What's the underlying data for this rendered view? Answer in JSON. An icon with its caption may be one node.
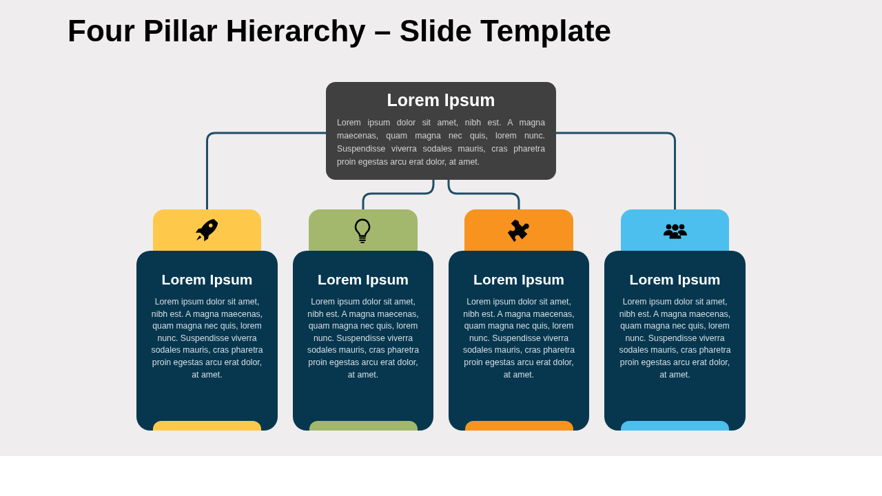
{
  "diagram": {
    "title": "Four Pillar Hierarchy – Slide Template",
    "nodes": [
      {
        "text": [
          "Lorem Ipsum",
          "Lorem ipsum dolor sit amet, nibh est. A magna maecenas, quam magna nec quis, lorem nunc. Suspendisse viverra sodales mauris, cras pharetra proin egestas arcu erat dolor, at amet."
        ]
      },
      {
        "text": [],
        "shape": "box"
      },
      {
        "text": [
          "Lorem Ipsum",
          "Lorem ipsum dolor sit amet, nibh est. A magna maecenas, quam magna nec quis, lorem nunc. Suspendisse viverra sodales mauris, cras pharetra proin egestas arcu erat dolor, at amet."
        ]
      },
      {
        "text": [],
        "shape": "box"
      },
      {
        "text": [
          "Lorem Ipsum",
          "Lorem ipsum dolor sit amet, nibh est. A magna maecenas, quam magna nec quis, lorem nunc. Suspendisse viverra sodales mauris, cras pharetra proin egestas arcu erat dolor, at amet."
        ]
      },
      {
        "text": [],
        "shape": "box"
      },
      {
        "text": [
          "Lorem Ipsum",
          "Lorem ipsum dolor sit amet, nibh est. A magna maecenas, quam magna nec quis, lorem nunc. Suspendisse viverra sodales mauris, cras pharetra proin egestas arcu erat dolor, at amet."
        ]
      },
      {
        "text": [],
        "shape": "box"
      },
      {
        "text": [
          "Lorem Ipsum",
          "Lorem ipsum dolor sit amet, nibh est. A magna maecenas, quam magna nec quis, lorem nunc. Suspendisse viverra sodales mauris, cras pharetra proin egestas arcu erat dolor, at amet."
        ]
      }
    ],
    "edges": [
      {
        "from": 0,
        "to": 1,
        "arrow": "none"
      },
      {
        "from": 0,
        "to": 3,
        "arrow": "none"
      },
      {
        "from": 0,
        "to": 5,
        "arrow": "none"
      },
      {
        "from": 0,
        "to": 7,
        "arrow": "none"
      }
    ]
  }
}
